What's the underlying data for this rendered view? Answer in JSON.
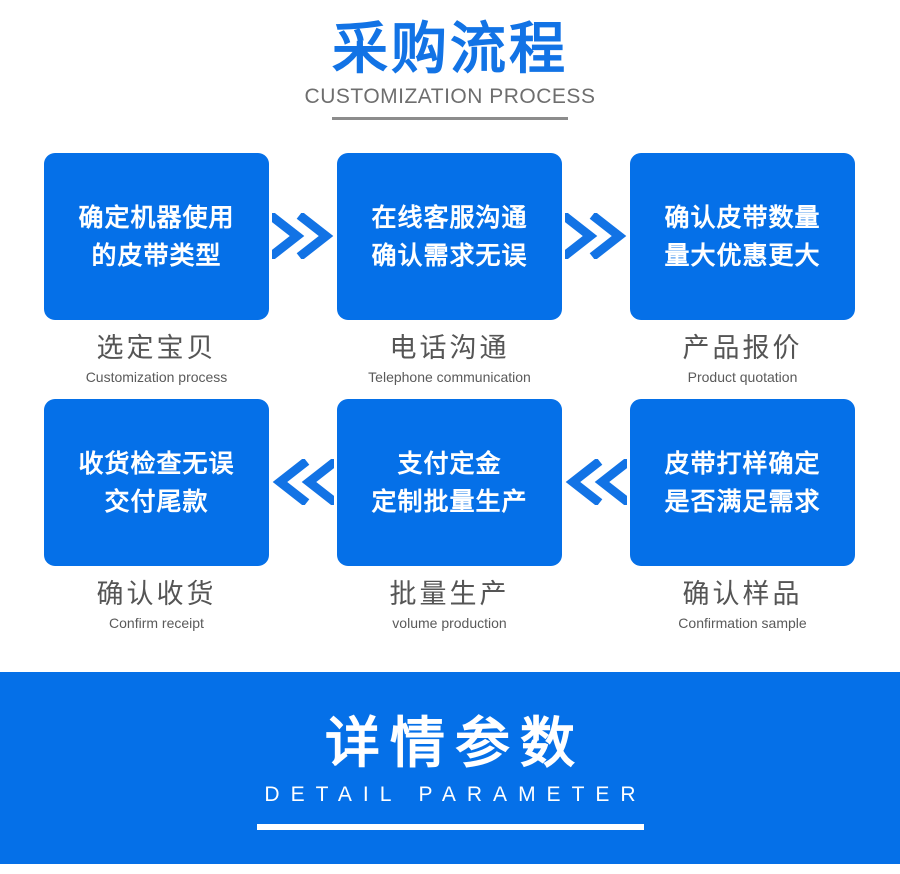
{
  "header": {
    "title_cn": "采购流程",
    "title_en": "CUSTOMIZATION PROCESS"
  },
  "colors": {
    "brand_blue": "#0570e8",
    "title_blue": "#1273e5",
    "caption_gray": "#555555",
    "rule_gray": "#8c8c8c",
    "white": "#ffffff"
  },
  "flow": {
    "rows": [
      {
        "direction": "right",
        "arrow_icon": "double-chevron-right-icon",
        "steps": [
          {
            "lines": [
              "确定机器使用",
              "的皮带类型"
            ],
            "caption_cn": "选定宝贝",
            "caption_en": "Customization process"
          },
          {
            "lines": [
              "在线客服沟通",
              "确认需求无误"
            ],
            "caption_cn": "电话沟通",
            "caption_en": "Telephone communication"
          },
          {
            "lines": [
              "确认皮带数量",
              "量大优惠更大"
            ],
            "caption_cn": "产品报价",
            "caption_en": "Product quotation"
          }
        ]
      },
      {
        "direction": "left",
        "arrow_icon": "double-chevron-left-icon",
        "steps": [
          {
            "lines": [
              "收货检查无误",
              "交付尾款"
            ],
            "caption_cn": "确认收货",
            "caption_en": "Confirm receipt"
          },
          {
            "lines": [
              "支付定金",
              "定制批量生产"
            ],
            "caption_cn": "批量生产",
            "caption_en": "volume production"
          },
          {
            "lines": [
              "皮带打样确定",
              "是否满足需求"
            ],
            "caption_cn": "确认样品",
            "caption_en": "Confirmation sample"
          }
        ]
      }
    ]
  },
  "banner": {
    "title_cn": "详情参数",
    "title_en": "DETAIL PARAMETER"
  }
}
